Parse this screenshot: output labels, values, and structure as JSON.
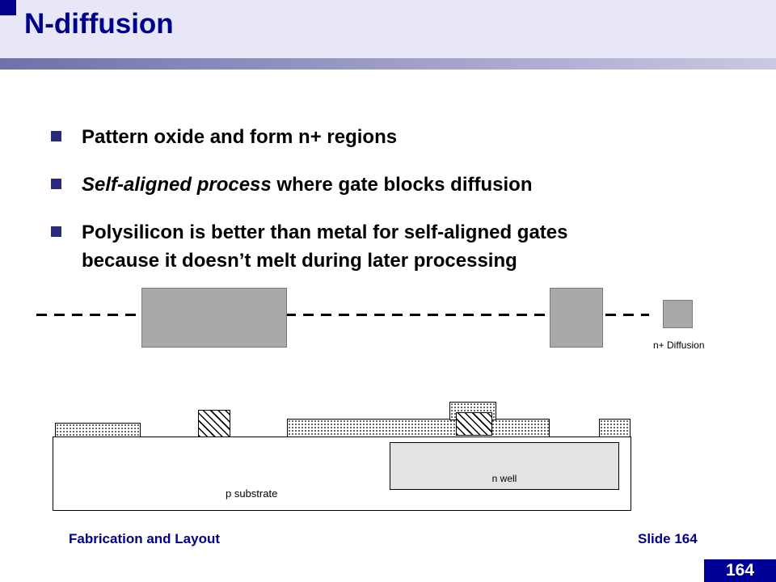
{
  "header": {
    "title": "N-diffusion"
  },
  "bullets": {
    "b1": "Pattern oxide and form n+ regions",
    "b2_italic": "Self-aligned process",
    "b2_rest": " where gate blocks diffusion",
    "b3": "Polysilicon is better than metal for self-aligned gates because it doesn’t melt during later processing"
  },
  "diagram": {
    "legend_label": "n+ Diffusion",
    "substrate_label": "p substrate",
    "nwell_label": "n well"
  },
  "footer": {
    "left": "Fabrication and Layout",
    "right": "Slide 164",
    "page_number": "164"
  },
  "colors": {
    "title_blue": "#00008b",
    "header_bg": "#e7e7f7",
    "mask_gray": "#a9a9a9",
    "nwell_gray": "#e3e3e3",
    "page_block_bg": "#000099"
  }
}
